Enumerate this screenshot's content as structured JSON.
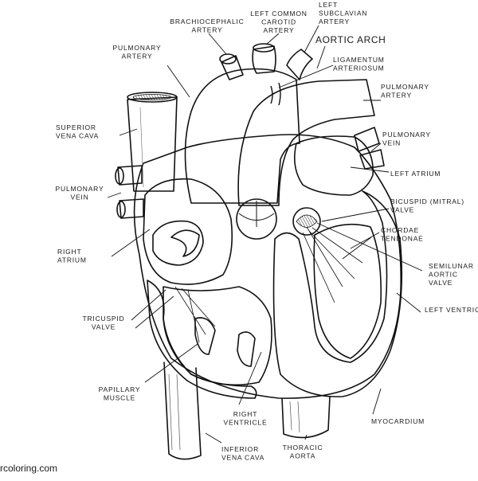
{
  "diagram": {
    "labels": {
      "brachiocephalic_artery": [
        "BRACHIOCEPHALIC",
        "ARTERY"
      ],
      "left_common_carotid_artery": [
        "LEFT COMMON",
        "CAROTID",
        "ARTERY"
      ],
      "left_subclavian_artery": [
        "LEFT",
        "SUBCLAVIAN",
        "ARTERY"
      ],
      "aortic_arch": [
        "AORTIC ARCH"
      ],
      "ligamentum_arteriosum": [
        "LIGAMENTUM",
        "ARTERIOSUM"
      ],
      "pulmonary_artery_left": [
        "PULMONARY",
        "ARTERY"
      ],
      "pulmonary_artery_right": [
        "PULMONARY",
        "ARTERY"
      ],
      "superior_vena_cava": [
        "SUPERIOR",
        "VENA CAVA"
      ],
      "pulmonary_vein_left": [
        "PULMONARY",
        "VEIN"
      ],
      "pulmonary_vein_right": [
        "PULMONARY",
        "VEIN"
      ],
      "left_atrium": [
        "LEFT ATRIUM"
      ],
      "bicuspid_valve": [
        "BICUSPID (MITRAL)",
        "VALVE"
      ],
      "chordae_tendonae": [
        "CHORDAE",
        "TENDONAE"
      ],
      "semilunar_aortic_valve": [
        "SEMILUNAR",
        "AORTIC",
        "VALVE"
      ],
      "right_atrium": [
        "RIGHT",
        "ATRIUM"
      ],
      "left_ventricle": [
        "LEFT VENTRICLE"
      ],
      "tricuspid_valve": [
        "TRICUSPID",
        "VALVE"
      ],
      "papillary_muscle": [
        "PAPILLARY",
        "MUSCLE"
      ],
      "right_ventricle": [
        "RIGHT",
        "VENTRICLE"
      ],
      "myocardium": [
        "MYOCARDIUM"
      ],
      "inferior_vena_cava": [
        "INFERIOR",
        "VENA CAVA"
      ],
      "thoracic_aorta": [
        "THORACIC",
        "AORTA"
      ]
    },
    "watermark": "rcoloring.com"
  }
}
